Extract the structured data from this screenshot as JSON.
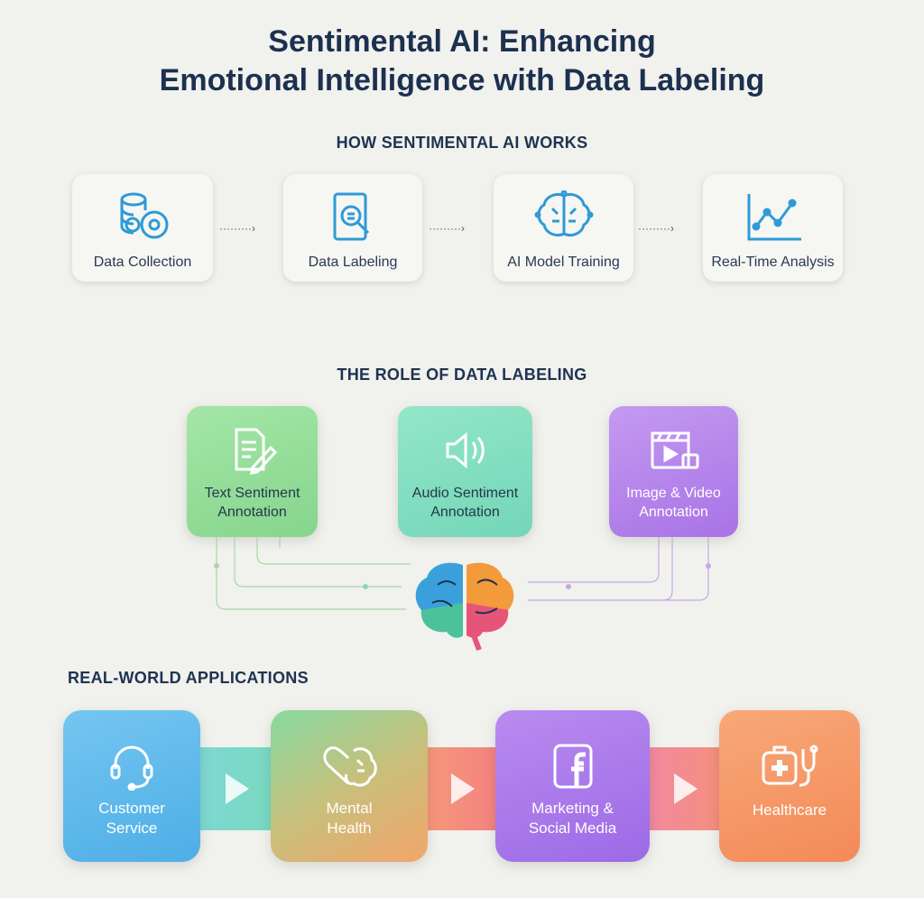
{
  "title": {
    "line1": "Sentimental AI: Enhancing",
    "line2": "Emotional Intelligence with Data Labeling"
  },
  "how": {
    "heading": "HOW SENTIMENTAL AI WORKS",
    "steps": [
      {
        "label": "Data Collection",
        "icon": "database-icon"
      },
      {
        "label": "Data Labeling",
        "icon": "document-search-icon"
      },
      {
        "label": "AI Model Training",
        "icon": "brain-circuit-icon"
      },
      {
        "label": "Real-Time Analysis",
        "icon": "line-chart-icon"
      }
    ]
  },
  "role": {
    "heading": "THE ROLE OF DATA LABELING",
    "items": [
      {
        "line1": "Text Sentiment",
        "line2": "Annotation",
        "color": "#8fdc94",
        "icon": "text-edit-icon"
      },
      {
        "line1": "Audio Sentiment",
        "line2": "Annotation",
        "color": "#7fdcc0",
        "icon": "speaker-icon"
      },
      {
        "line1": "Image & Video",
        "line2": "Annotation",
        "color": "#b482ea",
        "icon": "video-clapper-icon"
      }
    ]
  },
  "apps": {
    "heading": "REAL-WORLD APPLICATIONS",
    "items": [
      {
        "line1": "Customer",
        "line2": "Service",
        "icon": "headset-icon"
      },
      {
        "line1": "Mental",
        "line2": "Health",
        "icon": "heart-brain-icon"
      },
      {
        "line1": "Marketing &",
        "line2": "Social Media",
        "icon": "facebook-icon"
      },
      {
        "line1": "Healthcare",
        "line2": "",
        "icon": "medical-kit-icon"
      }
    ]
  }
}
